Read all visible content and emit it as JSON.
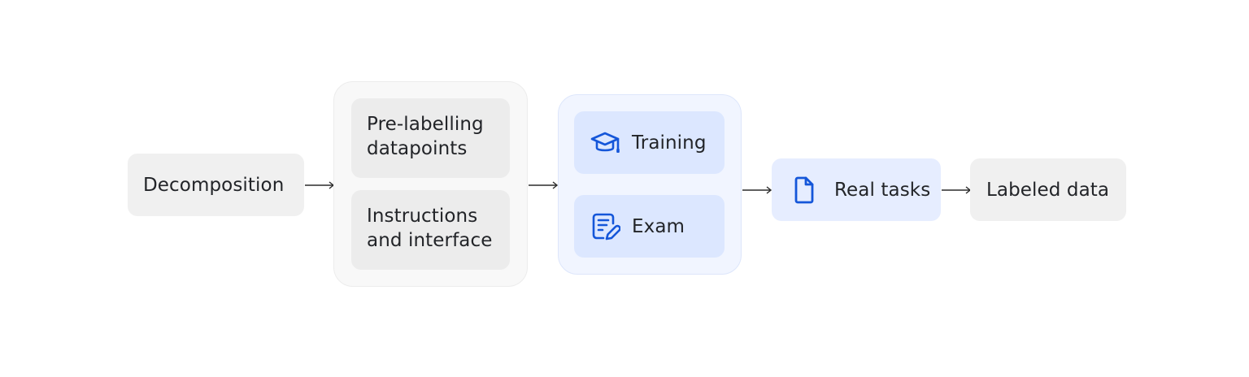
{
  "nodes": {
    "decomposition": "Decomposition",
    "prelabel": "Pre-labelling\ndatapoints",
    "instructions": "Instructions\nand interface",
    "training": "Training",
    "exam": "Exam",
    "real_tasks": "Real tasks",
    "labeled": "Labeled data"
  },
  "icons": {
    "training": "graduation-cap-icon",
    "exam": "document-edit-icon",
    "real_tasks": "document-icon"
  },
  "colors": {
    "accent_icon": "#1456d9",
    "gray_box": "#f0f0f0",
    "blue_box": "#dce7ff",
    "arrow": "#2b2b2b"
  }
}
